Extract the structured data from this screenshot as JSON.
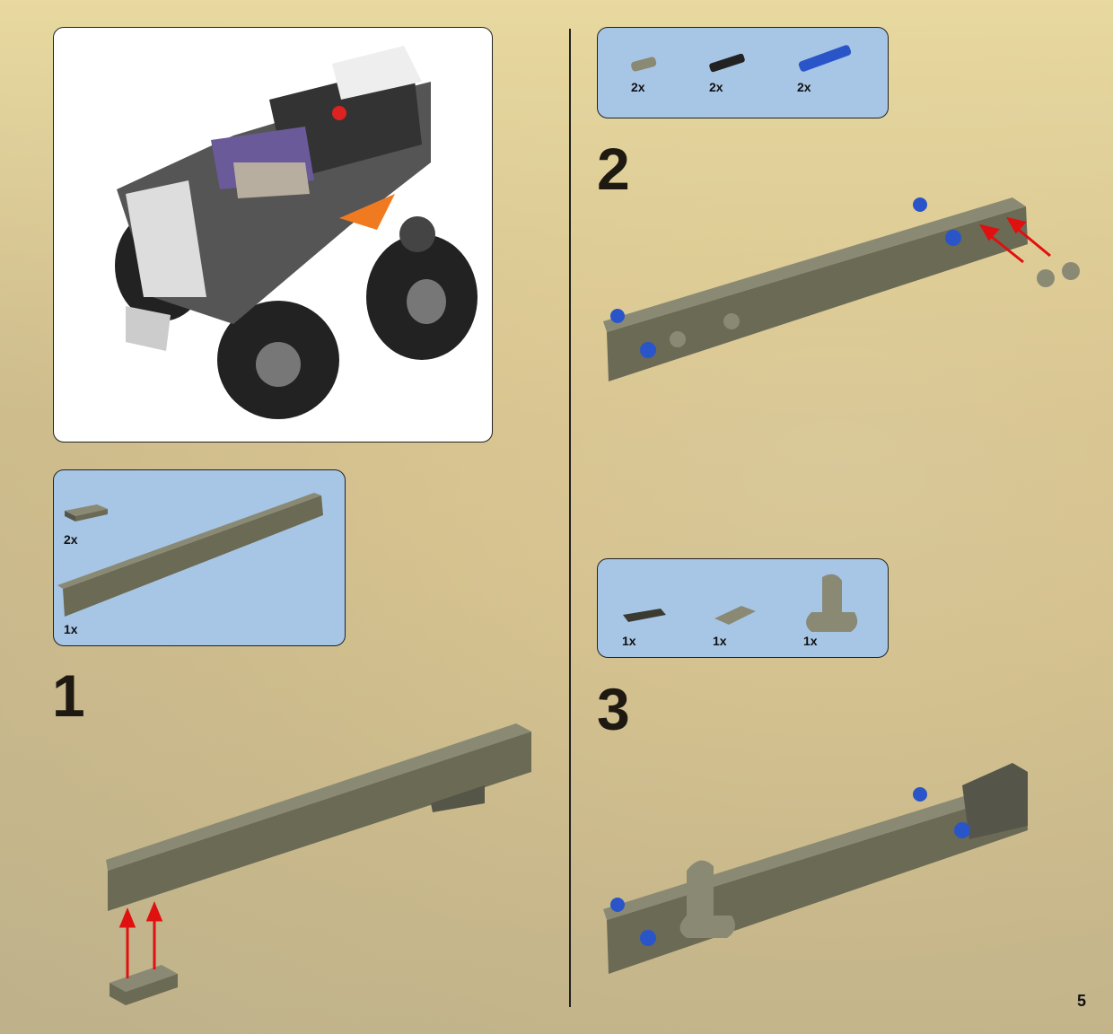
{
  "page_number": "5",
  "model_preview": {
    "caption": ""
  },
  "steps": [
    {
      "number": "1",
      "parts": [
        {
          "name": "plate-1x2",
          "qty": "2x"
        },
        {
          "name": "technic-beam-1x16",
          "qty": "1x"
        }
      ]
    },
    {
      "number": "2",
      "parts": [
        {
          "name": "pin-gray",
          "qty": "2x"
        },
        {
          "name": "pin-black",
          "qty": "2x"
        },
        {
          "name": "axle-pin-blue",
          "qty": "2x"
        }
      ]
    },
    {
      "number": "3",
      "parts": [
        {
          "name": "tile-1x4",
          "qty": "1x"
        },
        {
          "name": "slope-wedge",
          "qty": "1x"
        },
        {
          "name": "technic-t-beam",
          "qty": "1x"
        }
      ]
    }
  ],
  "colors": {
    "panel_blue": "#a7c6e6",
    "beam": "#6b6a55",
    "arrow": "#e01010",
    "blue_pin": "#2a55c8"
  }
}
